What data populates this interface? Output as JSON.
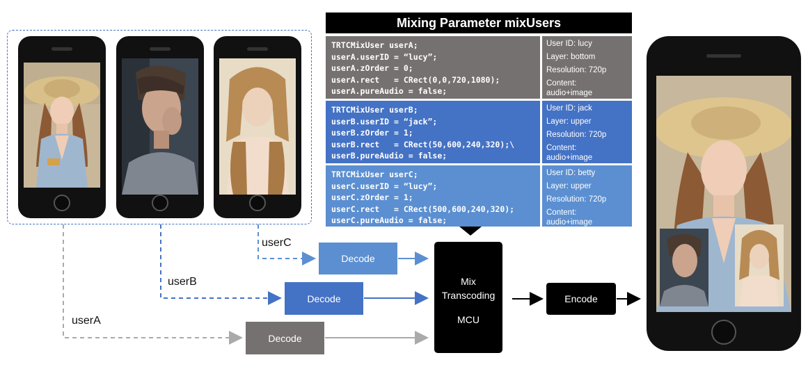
{
  "title": "Mixing Parameter mixUsers",
  "users": [
    {
      "code": [
        "TRTCMixUser userA;",
        "userA.userID = “lucy”;",
        "userA.zOrder = 0;",
        "userA.rect   = CRect(0,0,720,1080);",
        "userA.pureAudio = false;"
      ],
      "info": [
        "User ID: lucy",
        "Layer: bottom",
        "Resolution: 720p",
        "Content:",
        "audio+image"
      ],
      "color": "#767171"
    },
    {
      "code": [
        "TRTCMixUser userB;",
        "userB.userID = “jack”;",
        "userB.zOrder = 1;",
        "userB.rect   = CRect(50,600,240,320);\\",
        "userB.pureAudio = false;"
      ],
      "info": [
        "User ID: jack",
        "Layer: upper",
        "Resolution: 720p",
        "Content:",
        "audio+image"
      ],
      "color": "#4472c4"
    },
    {
      "code": [
        "TRTCMixUser userC;",
        "userC.userID = “lucy”;",
        "userC.zOrder = 1;",
        "userC.rect   = CRect(500,600,240,320);",
        "userC.pureAudio = false;"
      ],
      "info": [
        "User ID: betty",
        "Layer: upper",
        "Resolution: 720p",
        "Content:",
        "audio+image"
      ],
      "color": "#5b8fd1"
    }
  ],
  "flow": {
    "userA_label": "userA",
    "userB_label": "userB",
    "userC_label": "userC",
    "decode_label": "Decode",
    "mcu_line1": "Mix",
    "mcu_line2": "Transcoding",
    "mcu_line3": "MCU",
    "encode_label": "Encode"
  },
  "colors": {
    "userA": "#767171",
    "userB": "#4472c4",
    "userC": "#5b8fd1",
    "dashed_group": "#4472c4"
  }
}
